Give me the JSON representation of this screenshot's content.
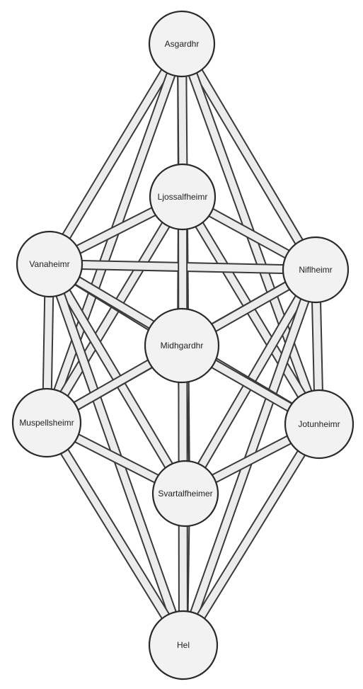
{
  "nodes": [
    {
      "id": "asgardhr",
      "label": "Asgardhr"
    },
    {
      "id": "ljossalfheimr",
      "label": "Ljossalfheimr"
    },
    {
      "id": "vanaheimr",
      "label": "Vanaheimr"
    },
    {
      "id": "niflheimr",
      "label": "Niflheimr"
    },
    {
      "id": "midhgardhr",
      "label": "Midhgardhr"
    },
    {
      "id": "muspellsheimr",
      "label": "Muspellsheimr"
    },
    {
      "id": "jotunheimr",
      "label": "Jotunheimr"
    },
    {
      "id": "svartalfheimer",
      "label": "Svartalfheimer"
    },
    {
      "id": "hel",
      "label": "Hel"
    }
  ],
  "edges": [
    [
      "asgardhr",
      "ljossalfheimr"
    ],
    [
      "asgardhr",
      "vanaheimr"
    ],
    [
      "asgardhr",
      "niflheimr"
    ],
    [
      "asgardhr",
      "muspellsheimr"
    ],
    [
      "asgardhr",
      "jotunheimr"
    ],
    [
      "asgardhr",
      "svartalfheimer"
    ],
    [
      "ljossalfheimr",
      "vanaheimr"
    ],
    [
      "ljossalfheimr",
      "niflheimr"
    ],
    [
      "ljossalfheimr",
      "midhgardhr"
    ],
    [
      "ljossalfheimr",
      "muspellsheimr"
    ],
    [
      "ljossalfheimr",
      "jotunheimr"
    ],
    [
      "vanaheimr",
      "midhgardhr"
    ],
    [
      "vanaheimr",
      "niflheimr"
    ],
    [
      "vanaheimr",
      "muspellsheimr"
    ],
    [
      "vanaheimr",
      "svartalfheimer"
    ],
    [
      "vanaheimr",
      "hel"
    ],
    [
      "niflheimr",
      "midhgardhr"
    ],
    [
      "niflheimr",
      "jotunheimr"
    ],
    [
      "niflheimr",
      "svartalfheimer"
    ],
    [
      "niflheimr",
      "hel"
    ],
    [
      "niflheimr",
      "muspellsheimr"
    ],
    [
      "vanaheimr",
      "jotunheimr"
    ],
    [
      "midhgardhr",
      "muspellsheimr"
    ],
    [
      "midhgardhr",
      "jotunheimr"
    ],
    [
      "midhgardhr",
      "svartalfheimer"
    ],
    [
      "muspellsheimr",
      "svartalfheimer"
    ],
    [
      "muspellsheimr",
      "hel"
    ],
    [
      "jotunheimr",
      "svartalfheimer"
    ],
    [
      "jotunheimr",
      "hel"
    ],
    [
      "svartalfheimer",
      "hel"
    ],
    [
      "ljossalfheimr",
      "hel"
    ]
  ]
}
